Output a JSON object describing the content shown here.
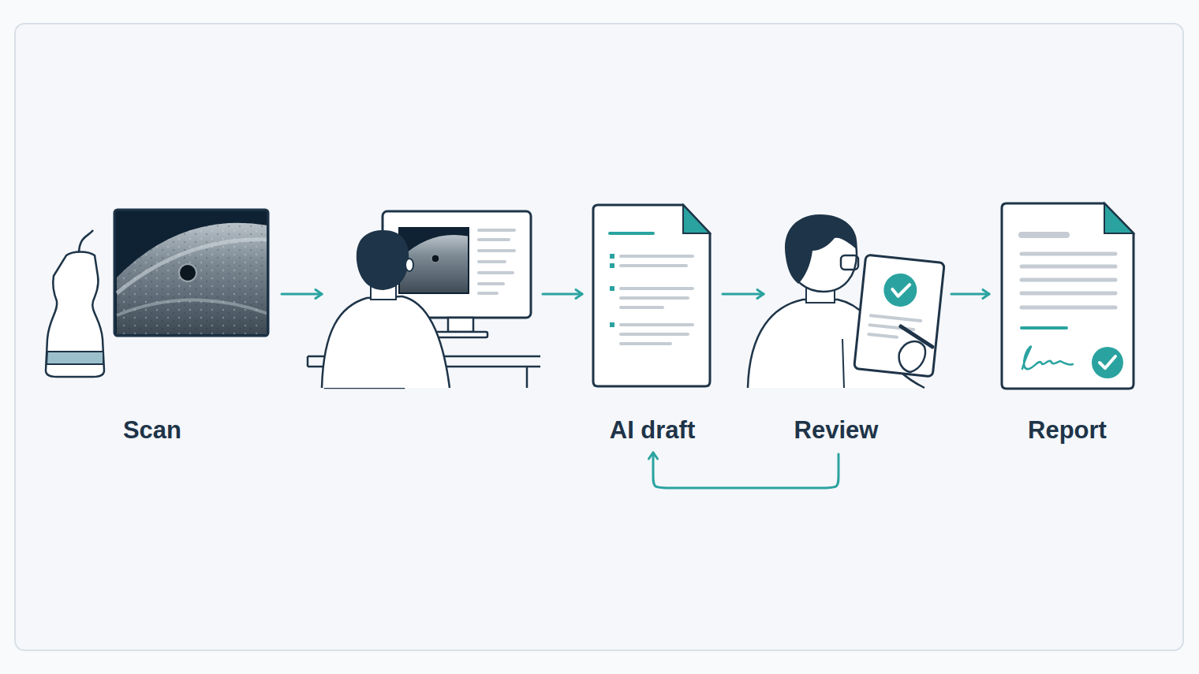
{
  "diagram": {
    "nodes": [
      {
        "text": [
          "Scan"
        ]
      },
      {
        "text": [
          "AI draft"
        ]
      },
      {
        "text": [
          "Review"
        ]
      },
      {
        "text": [
          "Report"
        ]
      }
    ],
    "edges": [
      {
        "from": 0,
        "to": 1,
        "arrow": "to"
      },
      {
        "from": 1,
        "to": 2,
        "arrow": "to"
      },
      {
        "from": 2,
        "to": 3,
        "arrow": "to"
      },
      {
        "from": 2,
        "to": 1,
        "arrow": "to"
      }
    ]
  }
}
